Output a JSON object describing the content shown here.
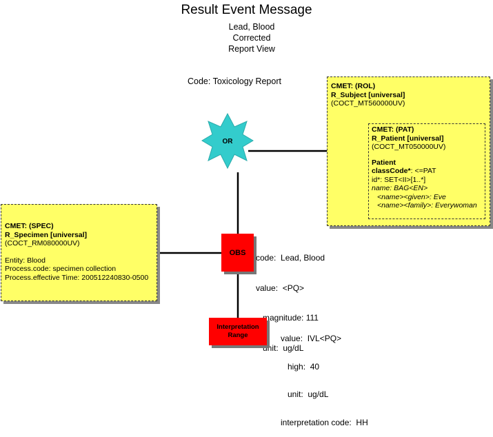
{
  "diagram": {
    "title": "Result Event Message",
    "subtitle_lines": [
      "Lead, Blood",
      "Corrected",
      "Report View"
    ],
    "code_line": "Code: Toxicology Report",
    "or_node": {
      "label": "OR",
      "color": "#33cccc"
    },
    "rol_box": {
      "line1": "CMET: (ROL)",
      "line2": "R_Subject [universal]",
      "line3": "(COCT_MT560000UV)"
    },
    "pat_box": {
      "line1": "CMET: (PAT)",
      "line2": "R_Patient [universal]",
      "line3": "(COCT_MT050000UV)",
      "heading": "Patient",
      "class_code_label": "classCode*",
      "class_code_value": ": <=PAT",
      "id": "id*: SET<II>[1..*]",
      "name": "name: BAG<EN>",
      "given": "<name><given>: Eve",
      "family": "<name><family>: Everywoman"
    },
    "spec_box": {
      "line1": "CMET: (SPEC)",
      "line2": "R_Specimen [universal]",
      "line3": "(COCT_RM080000UV)",
      "entity": "Entity: Blood",
      "process_code": "Process.code: specimen collection",
      "process_time": "Process.effective Time:  200512240830-0500"
    },
    "obs_node": {
      "label": "OBS",
      "color": "#ff0000"
    },
    "obs_attrs": [
      "code:  Lead, Blood",
      "value:  <PQ>",
      "   magnitude: 111",
      "   unit:  ug/dL"
    ],
    "interp_node": {
      "label_line1": "Interpretation",
      "label_line2": "Range",
      "color": "#ff0000"
    },
    "interp_attrs": [
      "value:  IVL<PQ>",
      "   high:  40",
      "   unit:  ug/dL",
      "interpretation code:  HH"
    ],
    "box_color": "#ffff66"
  }
}
